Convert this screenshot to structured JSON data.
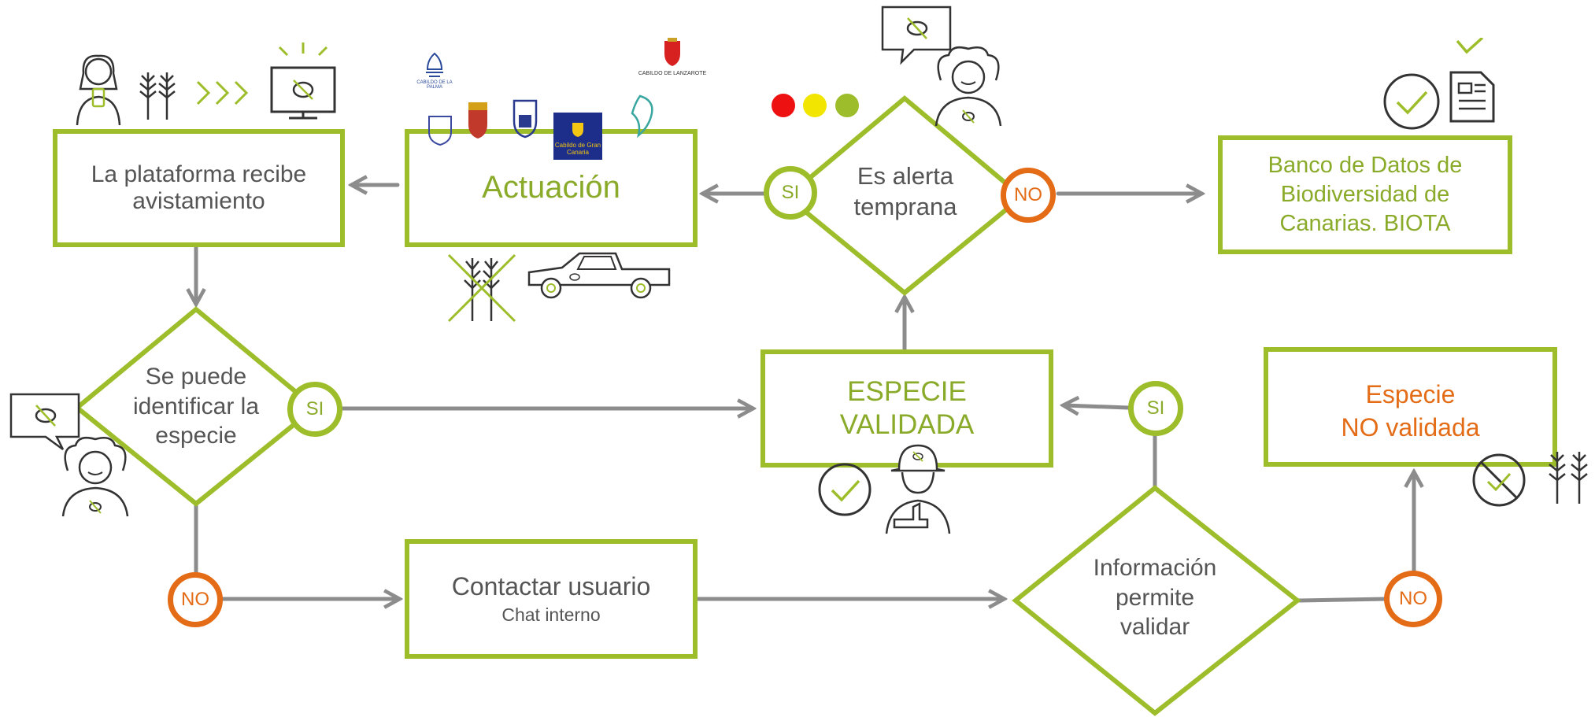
{
  "nodes": {
    "receive": {
      "line1": "La plataforma recibe",
      "line2": "avistamiento"
    },
    "action": {
      "label": "Actuación"
    },
    "alert": {
      "line1": "Es alerta",
      "line2": "temprana"
    },
    "biota": {
      "line1": "Banco de Datos de",
      "line2": "Biodiversidad de",
      "line3": "Canarias. BIOTA"
    },
    "identify": {
      "line1": "Se puede",
      "line2": "identificar la",
      "line3": "especie"
    },
    "validated": {
      "line1": "ESPECIE",
      "line2": "VALIDADA"
    },
    "not_validated": {
      "line1": "Especie",
      "line2": "NO validada"
    },
    "contact": {
      "title": "Contactar usuario",
      "subtitle": "Chat interno"
    },
    "info": {
      "line1": "Información",
      "line2": "permite",
      "line3": "validar"
    }
  },
  "badges": {
    "yes": "SI",
    "no": "NO"
  },
  "logos": {
    "gran_canaria": "Cabildo de Gran Canaria",
    "lanzarote": "CABILDO DE LANZAROTE",
    "la_palma": "CABILDO DE LA PALMA"
  },
  "alert_levels": [
    "#ee1111",
    "#f2e600",
    "#9dbd2a"
  ],
  "colors": {
    "green": "#9dbd2a",
    "orange": "#e46c17",
    "gray": "#555555",
    "arrow": "#8c8c8c"
  }
}
